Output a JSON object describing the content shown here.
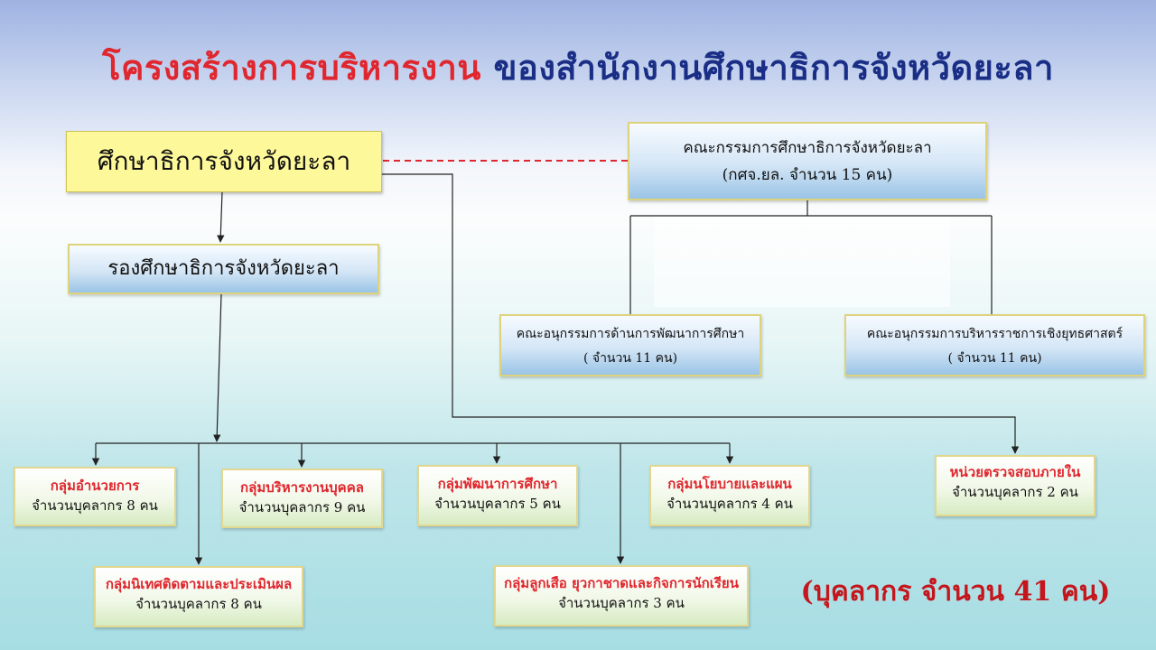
{
  "title": {
    "part1": "โครงสร้างการบริหารงาน",
    "part2": " ของสำนักงานศึกษาธิการจังหวัดยะลา"
  },
  "head": {
    "label": "ศึกษาธิการจังหวัดยะลา"
  },
  "deputy": {
    "label": "รองศึกษาธิการจังหวัดยะลา"
  },
  "committee": {
    "line1": "คณะกรรมการศึกษาธิการจังหวัดยะลา",
    "line2": "(กศจ.ยล. จำนวน 15 คน)"
  },
  "subcommittees": [
    {
      "line1": "คณะอนุกรรมการด้านการพัฒนาการศึกษา",
      "line2": "( จำนวน 11 คน)"
    },
    {
      "line1": "คณะอนุกรรมการบริหารราชการเชิงยุทธศาสตร์",
      "line2": "( จำนวน 11 คน)"
    }
  ],
  "groups": [
    {
      "name": "กลุ่มอำนวยการ",
      "count": "จำนวนบุคลากร 8 คน"
    },
    {
      "name": "กลุ่มบริหารงานบุคคล",
      "count": "จำนวนบุคลากร 9 คน"
    },
    {
      "name": "กลุ่มพัฒนาการศึกษา",
      "count": "จำนวนบุคลากร 5 คน"
    },
    {
      "name": "กลุ่มนโยบายและแผน",
      "count": "จำนวนบุคลากร 4 คน"
    },
    {
      "name": "หน่วยตรวจสอบภายใน",
      "count": "จำนวนบุคลากร 2 คน"
    },
    {
      "name": "กลุ่มนิเทศติดตามและประเมินผล",
      "count": "จำนวนบุคลากร 8 คน"
    },
    {
      "name": "กลุ่มลูกเสือ ยุวกาชาดและกิจการนักเรียน",
      "count": "จำนวนบุคลากร 3 คน"
    }
  ],
  "total": "(บุคลากร จำนวน 41 คน)",
  "colors": {
    "title_red": "#e0262e",
    "title_blue": "#1a2e86",
    "group_name_red": "#e0262e",
    "dashed_link": "#e0262e"
  }
}
